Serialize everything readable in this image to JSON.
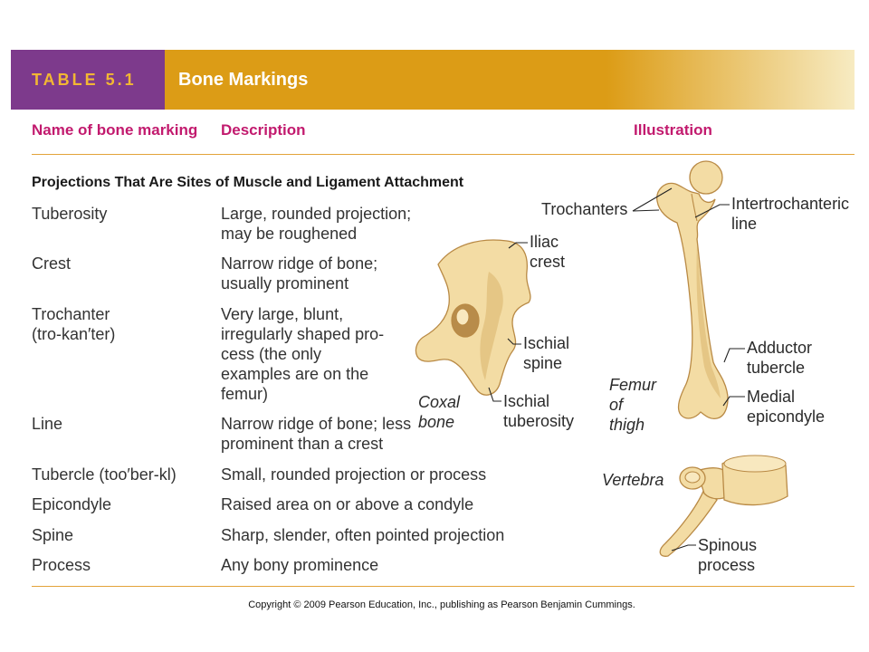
{
  "header": {
    "table_label": "TABLE 5.1",
    "title": "Bone Markings"
  },
  "columns": {
    "name": "Name of bone marking",
    "description": "Description",
    "illustration": "Illustration"
  },
  "section_heading": "Projections That Are Sites of Muscle and Ligament Attachment",
  "rows": [
    {
      "name": [
        "Tuberosity"
      ],
      "description": [
        "Large, rounded projection;",
        "may be roughened"
      ]
    },
    {
      "name": [
        "Crest"
      ],
      "description": [
        "Narrow ridge of bone;",
        "usually prominent"
      ]
    },
    {
      "name": [
        "Trochanter",
        "(tro-kan′ter)"
      ],
      "description": [
        "Very large, blunt,",
        "irregularly shaped pro-",
        "cess (the only",
        "examples are on the",
        "femur)"
      ]
    },
    {
      "name": [
        "Line"
      ],
      "description": [
        "Narrow ridge of bone; less",
        "prominent than a crest"
      ]
    },
    {
      "name": [
        "Tubercle (too′ber-kl)"
      ],
      "description": [
        "Small, rounded projection or process"
      ]
    },
    {
      "name": [
        "Epicondyle"
      ],
      "description": [
        "Raised area on or above a condyle"
      ]
    },
    {
      "name": [
        "Spine"
      ],
      "description": [
        "Sharp, slender, often pointed projection"
      ]
    },
    {
      "name": [
        "Process"
      ],
      "description": [
        "Any bony prominence"
      ]
    }
  ],
  "illustration": {
    "coxal_bone": {
      "caption": [
        "Coxal",
        "bone"
      ],
      "labels": {
        "iliac_crest": [
          "Iliac",
          "crest"
        ],
        "ischial_spine": [
          "Ischial",
          "spine"
        ],
        "ischial_tuberosity": [
          "Ischial",
          "tuberosity"
        ]
      }
    },
    "femur": {
      "caption": [
        "Femur",
        "of",
        "thigh"
      ],
      "labels": {
        "trochanters": "Trochanters",
        "intertrochanteric_line": [
          "Intertrochanteric",
          "line"
        ],
        "adductor_tubercle": [
          "Adductor",
          "tubercle"
        ],
        "medial_epicondyle": [
          "Medial",
          "epicondyle"
        ]
      }
    },
    "vertebra": {
      "caption": "Vertebra",
      "labels": {
        "spinous_process": [
          "Spinous",
          "process"
        ]
      }
    }
  },
  "copyright": "Copyright © 2009 Pearson Education, Inc., publishing as Pearson Benjamin Cummings.",
  "colors": {
    "header_purple": "#7d3a8c",
    "header_gold": "#dc9c16",
    "table_label": "#f2b733",
    "column_header": "#c21a6e",
    "rule": "#e3a33a",
    "bone_fill": "#f3dca4",
    "bone_stroke": "#b98a45"
  }
}
